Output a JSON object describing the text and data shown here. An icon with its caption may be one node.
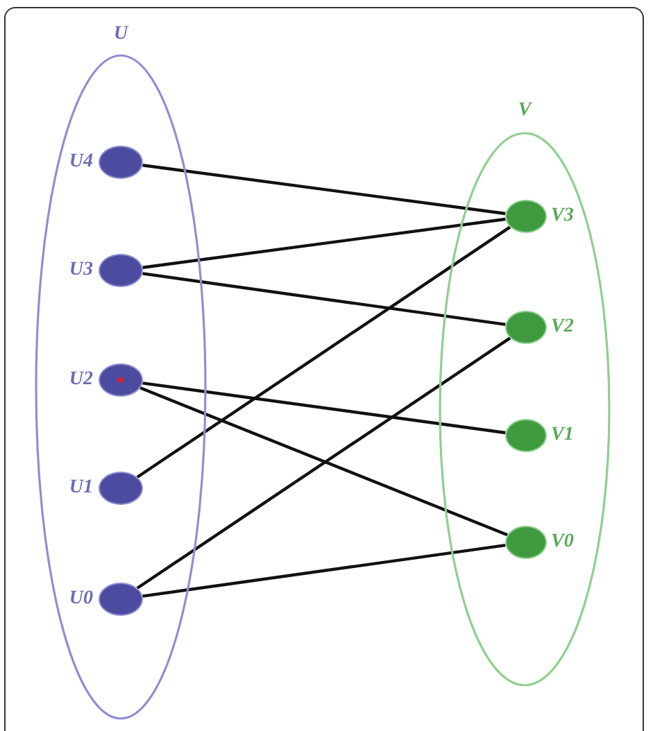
{
  "diagram": {
    "nodes": [
      {
        "text": [
          "U"
        ]
      },
      {
        "text": [],
        "shape": "circle",
        "beside": [
          "U4"
        ],
        "in": 0
      },
      {
        "text": [],
        "shape": "circle",
        "beside": [
          "U3"
        ],
        "in": 0
      },
      {
        "text": [],
        "shape": "circle",
        "beside": [
          "U2"
        ],
        "in": 0
      },
      {
        "text": [],
        "shape": "circle",
        "beside": [
          "U1"
        ],
        "in": 0
      },
      {
        "text": [],
        "shape": "circle",
        "beside": [
          "U0"
        ],
        "in": 0
      },
      {
        "text": [
          "V"
        ]
      },
      {
        "text": [],
        "shape": "circle",
        "beside": [
          "V3"
        ],
        "in": 6
      },
      {
        "text": [],
        "shape": "circle",
        "beside": [
          "V2"
        ],
        "in": 6
      },
      {
        "text": [],
        "shape": "circle",
        "beside": [
          "V1"
        ],
        "in": 6
      },
      {
        "text": [],
        "shape": "circle",
        "beside": [
          "V0"
        ],
        "in": 6
      }
    ],
    "edges": [
      {
        "from": 1,
        "to": 7,
        "arrow": "none"
      },
      {
        "from": 2,
        "to": 7,
        "arrow": "none"
      },
      {
        "from": 2,
        "to": 8,
        "arrow": "none"
      },
      {
        "from": 3,
        "to": 9,
        "arrow": "none"
      },
      {
        "from": 3,
        "to": 10,
        "arrow": "none"
      },
      {
        "from": 4,
        "to": 7,
        "arrow": "none"
      },
      {
        "from": 5,
        "to": 8,
        "arrow": "none"
      },
      {
        "from": 5,
        "to": 10,
        "arrow": "none"
      }
    ]
  }
}
